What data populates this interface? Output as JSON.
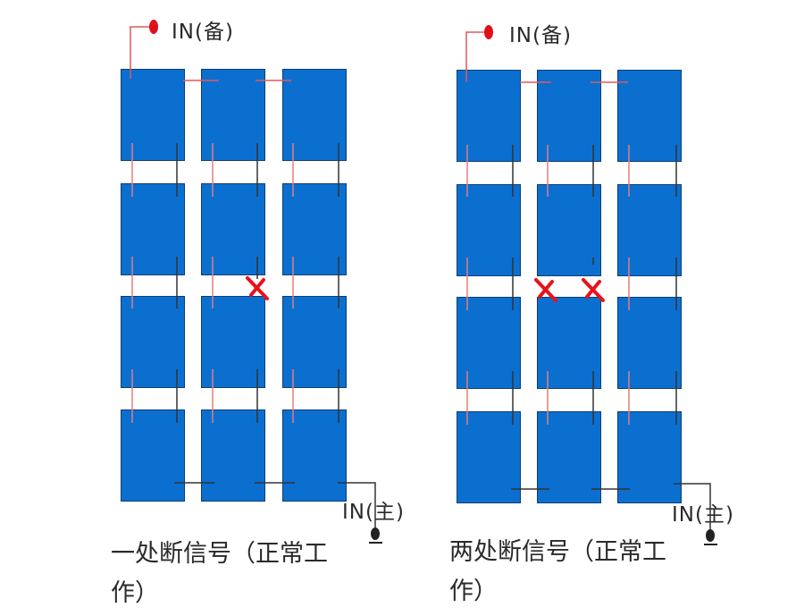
{
  "diagrams": [
    {
      "id": "left",
      "input_backup_label": "IN(备)",
      "input_main_label": "IN(主)",
      "caption_line1": "一处断信号（正常工",
      "caption_line2": "作）",
      "break_count": 1,
      "grid": {
        "rows": 4,
        "cols": 3
      }
    },
    {
      "id": "right",
      "input_backup_label": "IN(备)",
      "input_main_label": "IN(主)",
      "caption_line1": "两处断信号（正常工",
      "caption_line2": "作）",
      "break_count": 2,
      "grid": {
        "rows": 4,
        "cols": 3
      }
    }
  ],
  "colors": {
    "block_fill": "#0b6fd0",
    "block_border": "#0d3e72",
    "backup_line": "#e05a5a",
    "main_line": "#333333",
    "break_mark": "#e8121a",
    "input_dot": "#e0101a"
  }
}
